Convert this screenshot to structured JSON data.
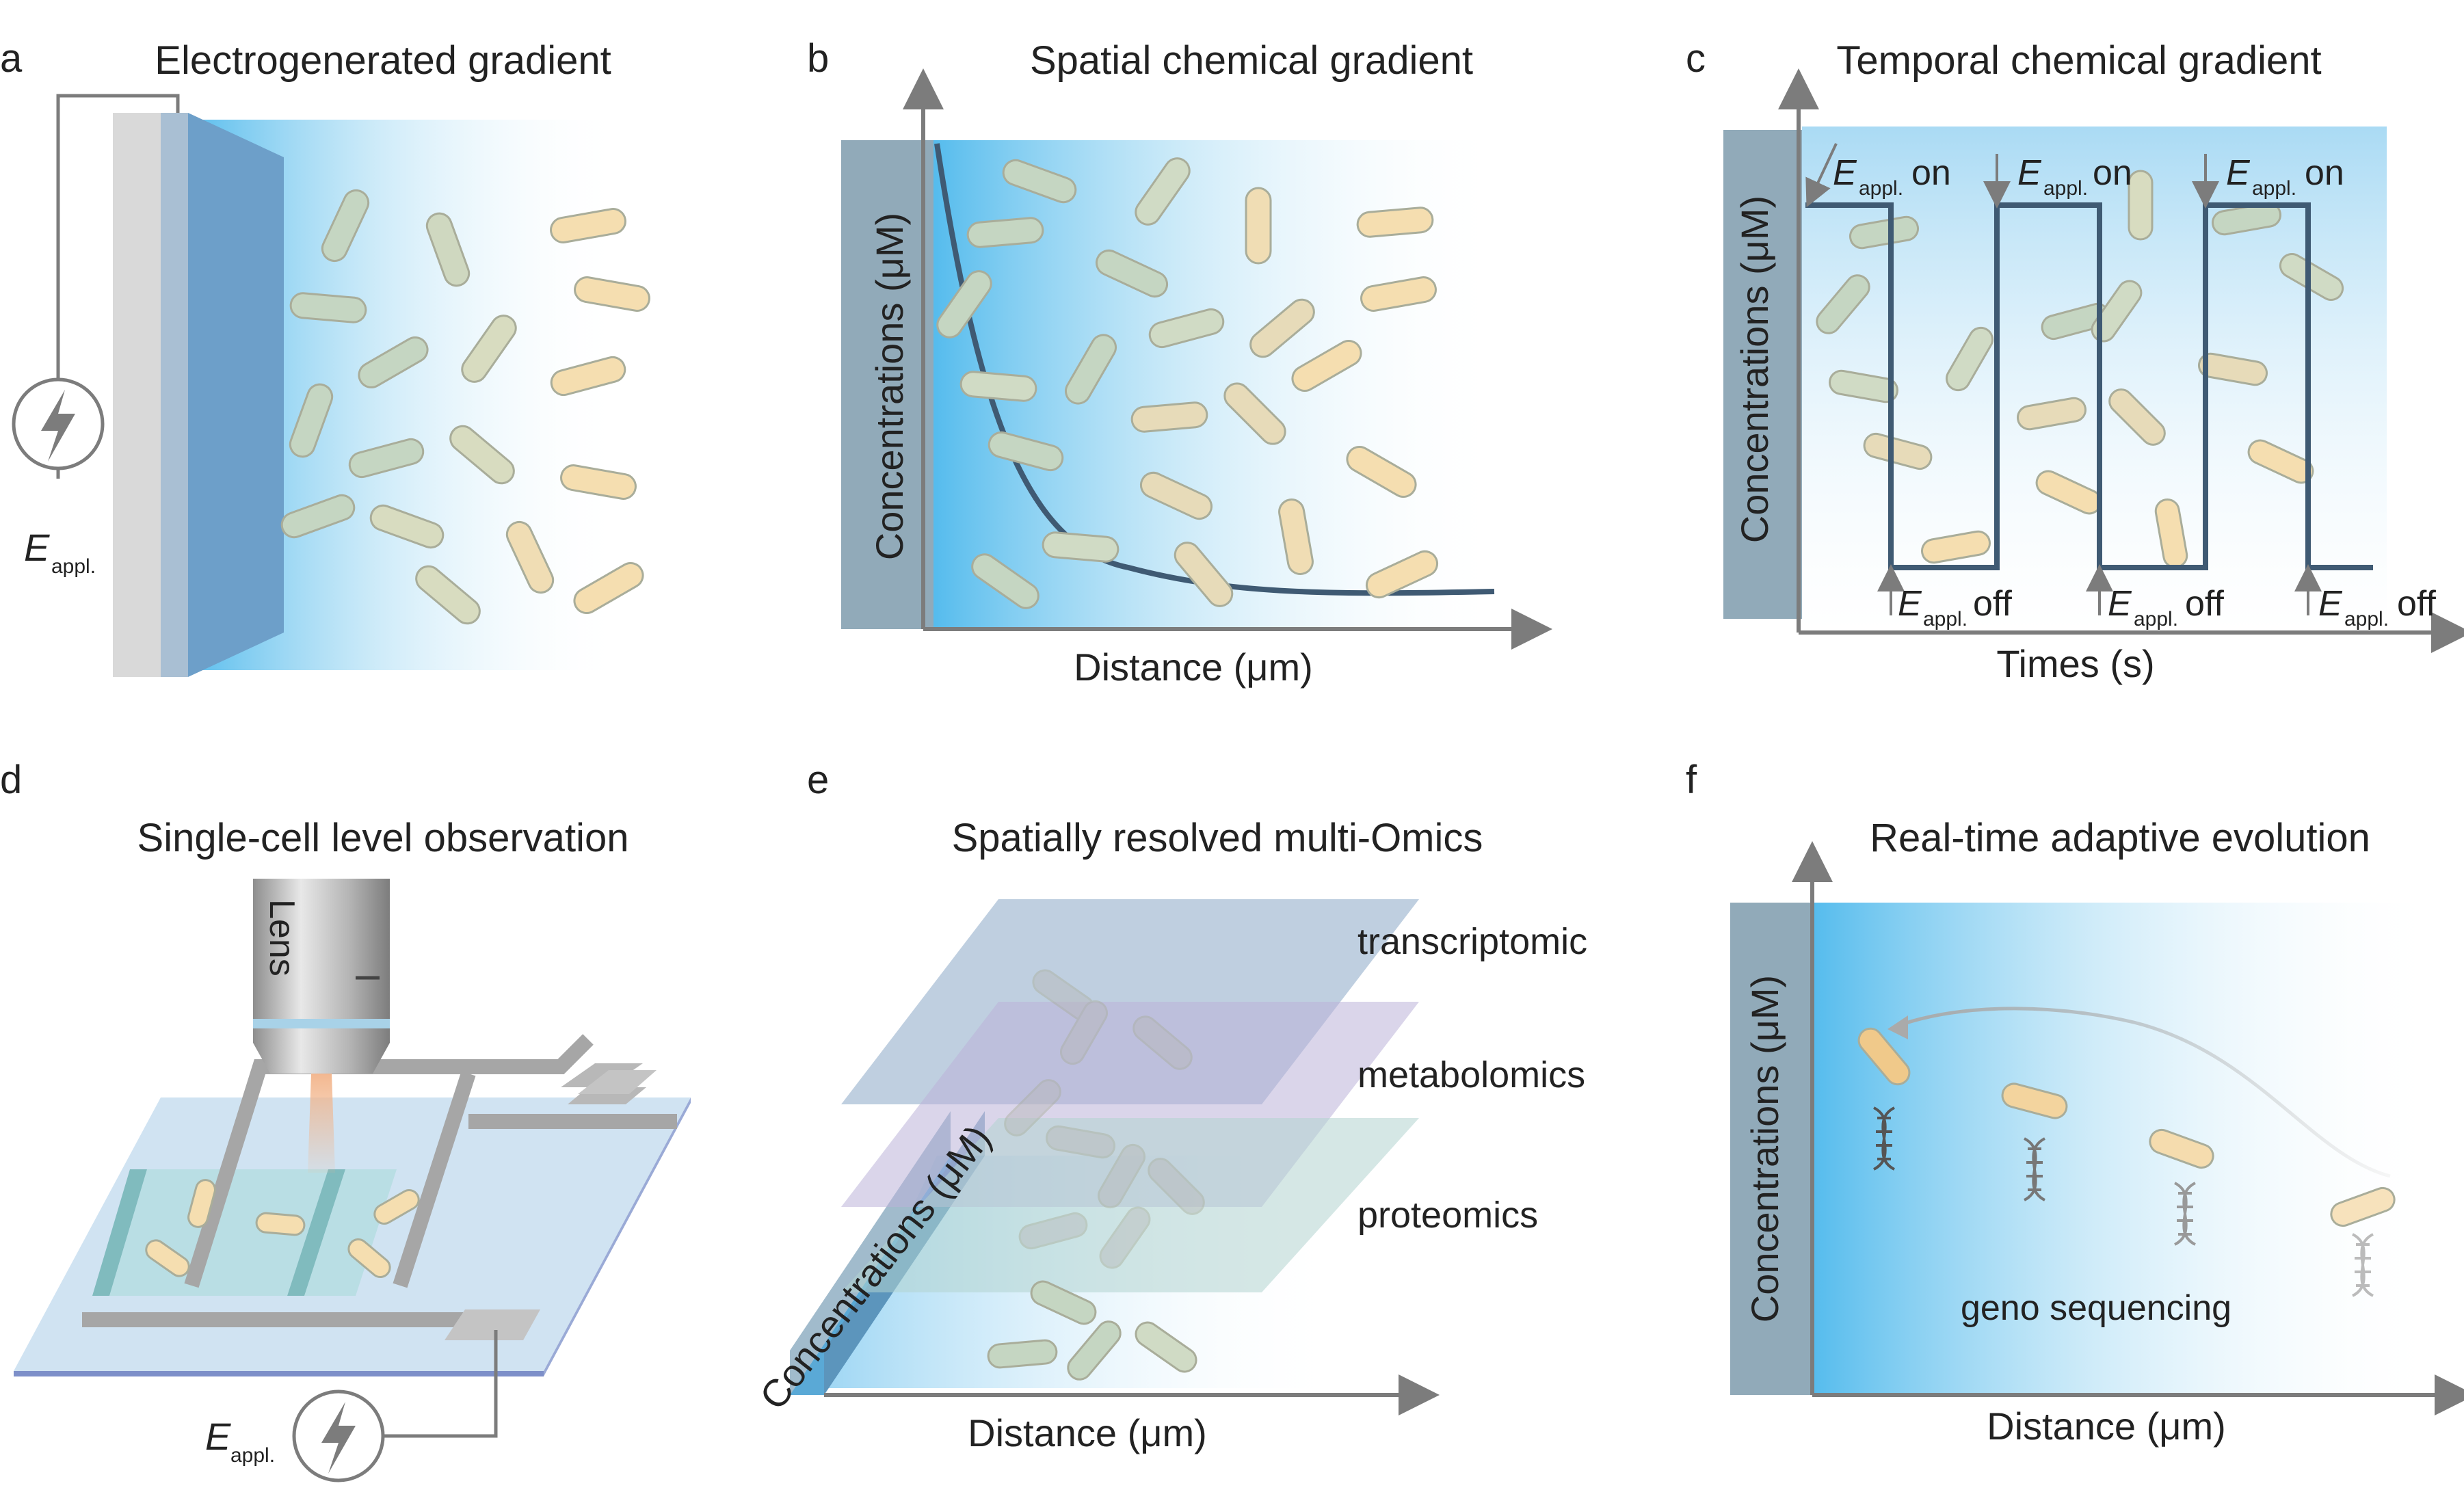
{
  "panels": {
    "a": {
      "letter": "a",
      "title": "Electrogenerated gradient",
      "potential": "E",
      "potential_sub": "appl."
    },
    "b": {
      "letter": "b",
      "title": "Spatial chemical gradient",
      "xlabel": "Distance (μm)",
      "ylabel": "Concentrations (μM)"
    },
    "c": {
      "letter": "c",
      "title": "Temporal chemical gradient",
      "xlabel": "Times (s)",
      "ylabel": "Concentrations (μM)",
      "on_label": "on",
      "off_label": "off",
      "e_label": "E",
      "e_sub": "appl."
    },
    "d": {
      "letter": "d",
      "title": "Single-cell level observation",
      "lens": "Lens",
      "potential": "E",
      "potential_sub": "appl."
    },
    "e": {
      "letter": "e",
      "title": "Spatially resolved multi-Omics",
      "layers": [
        "transcriptomic",
        "metabolomics",
        "proteomics"
      ],
      "xlabel": "Distance (μm)",
      "ylabel": "Concentrations (μM)"
    },
    "f": {
      "letter": "f",
      "title": "Real-time adaptive evolution",
      "xlabel": "Distance (μm)",
      "ylabel": "Concentrations (μM)",
      "annotation": "geno sequencing"
    }
  },
  "colors": {
    "gradient_blue": "#4cb8ec",
    "axis_gray": "#7c7c7c",
    "curve_navy": "#3f5a73",
    "cell_yellow": "#f5deb0",
    "cell_green": "#c5d6c2",
    "electrode_blue": "#6d9fc9",
    "electrode_gray": "#d9d9d9"
  },
  "icons": [
    "lightning-icon",
    "dna-icon",
    "objective-lens-icon",
    "microfluidic-chip-icon",
    "bacterium-icon"
  ]
}
